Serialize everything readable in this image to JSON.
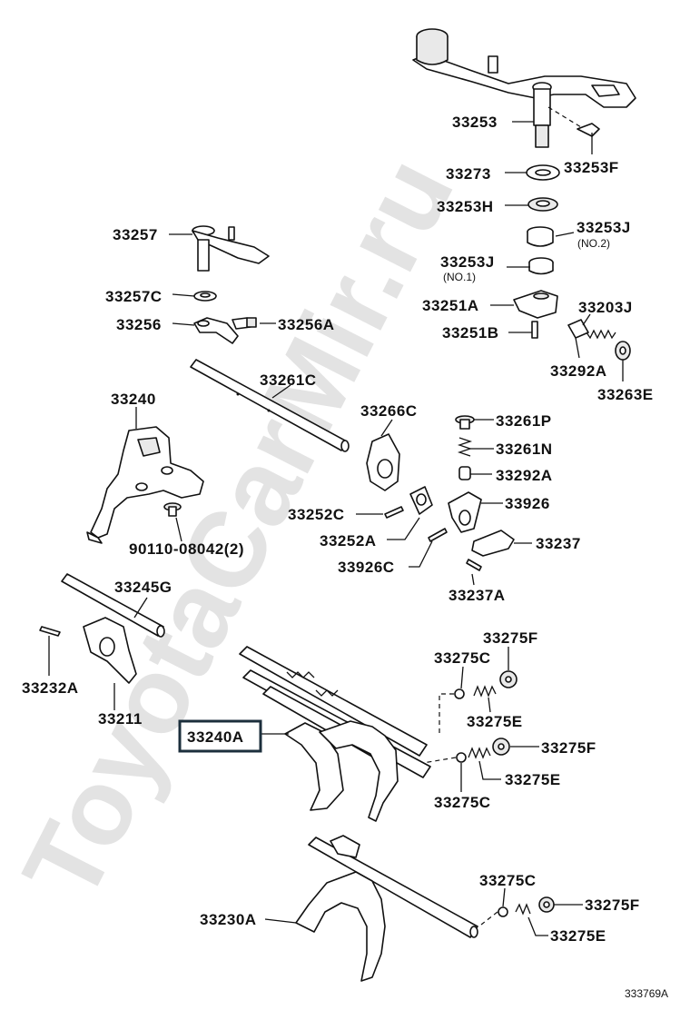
{
  "watermark": "ToyotaCarMir.ru",
  "catalog_id": "333769A",
  "highlighted_part": "33240A",
  "parts": [
    {
      "id": "p33253",
      "label": "33253"
    },
    {
      "id": "p33253F",
      "label": "33253F"
    },
    {
      "id": "p33273",
      "label": "33273"
    },
    {
      "id": "p33253H",
      "label": "33253H"
    },
    {
      "id": "p33253J2",
      "label": "33253J",
      "sublabel": "(NO.2)"
    },
    {
      "id": "p33253J1",
      "label": "33253J",
      "sublabel": "(NO.1)"
    },
    {
      "id": "p33257",
      "label": "33257"
    },
    {
      "id": "p33257C",
      "label": "33257C"
    },
    {
      "id": "p33256",
      "label": "33256"
    },
    {
      "id": "p33256A",
      "label": "33256A"
    },
    {
      "id": "p33251A",
      "label": "33251A"
    },
    {
      "id": "p33203J",
      "label": "33203J"
    },
    {
      "id": "p33251B",
      "label": "33251B"
    },
    {
      "id": "p33292A1",
      "label": "33292A"
    },
    {
      "id": "p33263E",
      "label": "33263E"
    },
    {
      "id": "p33240",
      "label": "33240"
    },
    {
      "id": "p33261C",
      "label": "33261C"
    },
    {
      "id": "p33266C",
      "label": "33266C"
    },
    {
      "id": "p33261P",
      "label": "33261P"
    },
    {
      "id": "p33261N",
      "label": "33261N"
    },
    {
      "id": "p33292A2",
      "label": "33292A"
    },
    {
      "id": "p33926",
      "label": "33926"
    },
    {
      "id": "p33252C",
      "label": "33252C"
    },
    {
      "id": "p33252A",
      "label": "33252A"
    },
    {
      "id": "p33237",
      "label": "33237"
    },
    {
      "id": "p33926C",
      "label": "33926C"
    },
    {
      "id": "p33237A",
      "label": "33237A"
    },
    {
      "id": "p90110",
      "label": "90110-08042(2)"
    },
    {
      "id": "p33245G",
      "label": "33245G"
    },
    {
      "id": "p33232A",
      "label": "33232A"
    },
    {
      "id": "p33211",
      "label": "33211"
    },
    {
      "id": "p33275F1",
      "label": "33275F"
    },
    {
      "id": "p33275C1",
      "label": "33275C"
    },
    {
      "id": "p33275E1",
      "label": "33275E"
    },
    {
      "id": "p33240A",
      "label": "33240A"
    },
    {
      "id": "p33275F2",
      "label": "33275F"
    },
    {
      "id": "p33275E2",
      "label": "33275E"
    },
    {
      "id": "p33275C2",
      "label": "33275C"
    },
    {
      "id": "p33275C3",
      "label": "33275C"
    },
    {
      "id": "p33275F3",
      "label": "33275F"
    },
    {
      "id": "p33230A",
      "label": "33230A"
    },
    {
      "id": "p33275E3",
      "label": "33275E"
    }
  ]
}
